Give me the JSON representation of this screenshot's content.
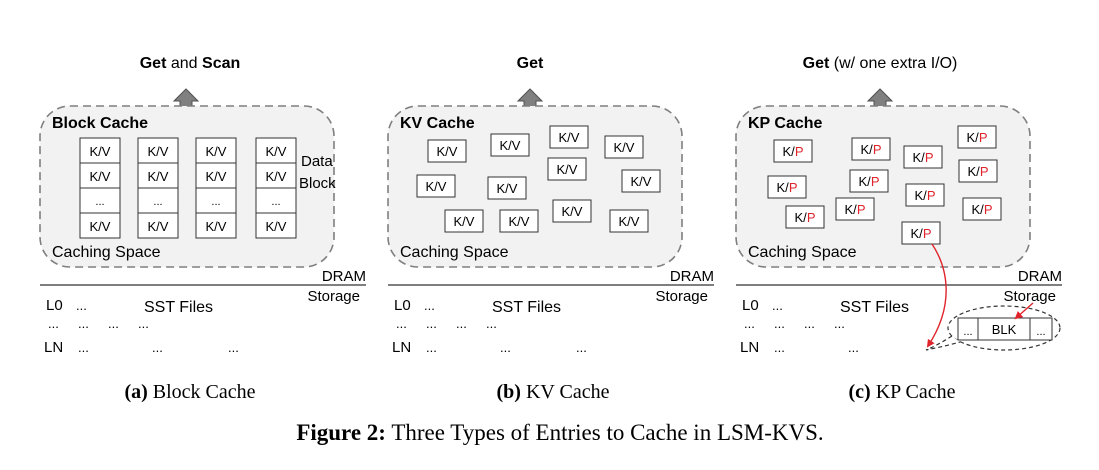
{
  "panels": [
    {
      "id": "block",
      "title": "Block Cache",
      "op_bold_1": "Get",
      "op_normal": "and",
      "op_bold_2": "Scan",
      "caching_space": "Caching Space",
      "data_block_1": "Data",
      "data_block_2": "Block",
      "cell_kv": "K/V",
      "cell_dots": "...",
      "dram": "DRAM",
      "storage": "Storage",
      "l0": "L0",
      "ln": "LN",
      "sst": "SST Files",
      "dots": "...",
      "caption_letter": "(a)",
      "caption_text": "Block Cache"
    },
    {
      "id": "kv",
      "title": "KV Cache",
      "op_bold_1": "Get",
      "caching_space": "Caching Space",
      "cell_kv": "K/V",
      "dram": "DRAM",
      "storage": "Storage",
      "l0": "L0",
      "ln": "LN",
      "sst": "SST Files",
      "dots": "...",
      "caption_letter": "(b)",
      "caption_text": "KV Cache"
    },
    {
      "id": "kp",
      "title": "KP Cache",
      "op_bold_1": "Get",
      "op_normal": "(w/ one extra I/O)",
      "caching_space": "Caching Space",
      "cell_k": "K/",
      "cell_p": "P",
      "dram": "DRAM",
      "storage": "Storage",
      "l0": "L0",
      "ln": "LN",
      "sst": "SST Files",
      "dots": "...",
      "blk": "BLK",
      "caption_letter": "(c)",
      "caption_text": "KP Cache"
    }
  ],
  "figure": {
    "label": "Figure 2:",
    "title": "Three Types of Entries to Cache in LSM-KVS."
  },
  "colors": {
    "pointer": "#e0242b",
    "box_fill": "#f2f2f2",
    "border": "#7f7f7f",
    "arrow_fill": "#808080"
  }
}
